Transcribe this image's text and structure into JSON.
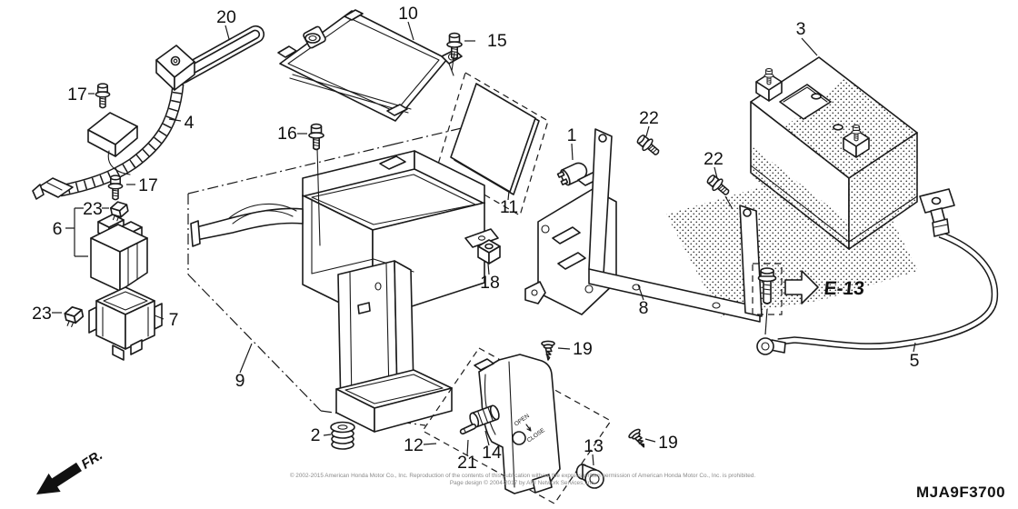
{
  "d": {
    "code": "MJA9F3700",
    "fr": "FR.",
    "e13": "E-13",
    "open": "OPEN",
    "close": "CLOSE",
    "cr1": "© 2002-2015 American Honda Motor Co., Inc. Reproduction of the contents of this publication without the express written permission of American Honda Motor Co., Inc. is prohibited.",
    "cr2": "Page design © 2004-2017 by ARI Network Services, Inc.",
    "callouts": {
      "c1": "1",
      "c2": "2",
      "c3": "3",
      "c4": "4",
      "c5": "5",
      "c6": "6",
      "c7": "7",
      "c8": "8",
      "c9": "9",
      "c10": "10",
      "c11": "11",
      "c12": "12",
      "c13": "13",
      "c14": "14",
      "c15": "15",
      "c16": "16",
      "c17a": "17",
      "c17b": "17",
      "c18": "18",
      "c19a": "19",
      "c19b": "19",
      "c20": "20",
      "c21": "21",
      "c22a": "22",
      "c22b": "22",
      "c23a": "23",
      "c23b": "23"
    }
  }
}
